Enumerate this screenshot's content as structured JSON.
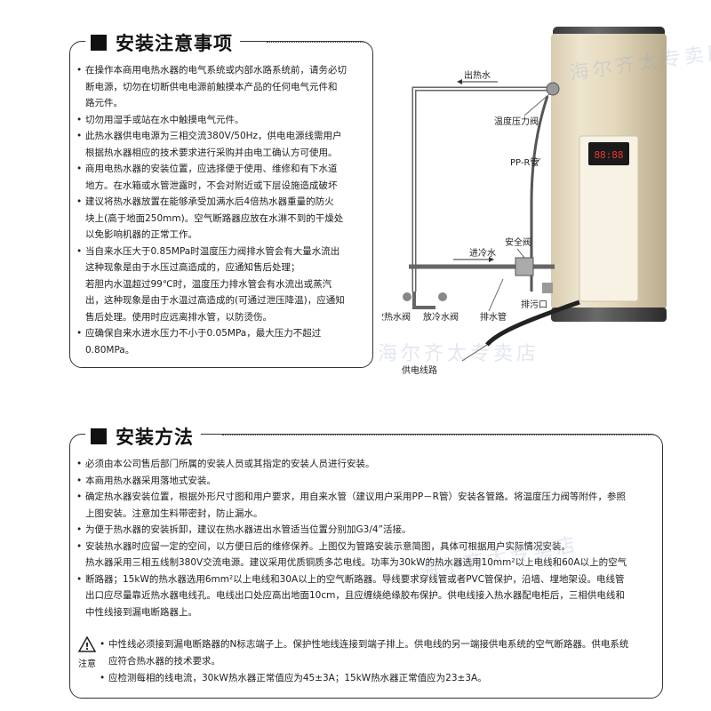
{
  "section1": {
    "title": "安装注意事项",
    "bullets": [
      {
        "text": "在操作本商用电热水器的电气系统或内部水路系统前，请务必切",
        "bullet": true
      },
      {
        "text": "断电源，切勿在切断供电电源前触摸本产品的任何电气元件和",
        "bullet": false
      },
      {
        "text": "路元件。",
        "bullet": false
      },
      {
        "text": "切勿用湿手或站在水中触摸电气元件。",
        "bullet": true
      },
      {
        "text": "此热水器供电电源为三相交流380V/50Hz，供电电源线需用户",
        "bullet": true
      },
      {
        "text": "根据热水器相应的技术要求进行采购并由电工确认方可使用。",
        "bullet": false
      },
      {
        "text": "商用电热水器的安装位置，应选择便于使用、维修和有下水道",
        "bullet": true
      },
      {
        "text": "地方。在水箱或水管泄露时，不会对附近或下层设施造成破坏",
        "bullet": false
      },
      {
        "text": "建议将热水器放置在能够承受加满水后4倍热水器重量的防火",
        "bullet": true
      },
      {
        "text": "块上(高于地面250mm)。空气断路器应放在水淋不到的干燥处",
        "bullet": false
      },
      {
        "text": "以免影响机器的正常工作。",
        "bullet": false
      },
      {
        "text": "当自来水压大于0.85MPa时温度压力阀排水管会有大量水流出",
        "bullet": true
      },
      {
        "text": "这种现象是由于水压过高造成的，应通知售后处理；",
        "bullet": false
      },
      {
        "text": "若胆内水温超过99℃时，温度压力排水管会有水流出或蒸汽",
        "bullet": false
      },
      {
        "text": "出，这种现象是由于水温过高造成的(可通过泄压降温)，应通知",
        "bullet": false
      },
      {
        "text": "售后处理。使用时应远离排水管，以防烫伤。",
        "bullet": false
      },
      {
        "text": "应确保自来水进水压力不小于0.05MPa，最大压力不超过",
        "bullet": true
      },
      {
        "text": "0.80MPa。",
        "bullet": false
      }
    ]
  },
  "diagram": {
    "labels": {
      "hot_water_out": "出热水",
      "temp_pressure_valve": "温度压力阀",
      "ppr_pipe": "PP-R管",
      "safety_valve": "安全阀",
      "cold_water_in": "进冷水",
      "hot_drain_valve": "放热水阀",
      "cold_drain_valve": "放冷水阀",
      "drain_pipe": "排水管",
      "sewage_outlet": "排污口",
      "power_line": "供电线路"
    },
    "display_digits": "88:88"
  },
  "section2": {
    "title": "安装方法",
    "bullets": [
      {
        "text": "必须由本公司售后部门所属的安装人员或其指定的安装人员进行安装。",
        "bullet": true
      },
      {
        "text": "本商用热水器采用落地式安装。",
        "bullet": true
      },
      {
        "text": "确定热水器安装位置，根据外形尺寸图和用户要求，用自来水管（建议用户采用PP－R管）安装各管路。将温度压力阀等附件，参照",
        "bullet": true
      },
      {
        "text": "上图安装。注意加生料带密封，防止漏水。",
        "bullet": false
      },
      {
        "text": "为便于热水器的安装拆卸，建议在热水器进出水管适当位置分别加G3/4”活接。",
        "bullet": true
      },
      {
        "text": "安装热水器时应留一定的空间，以方便日后的维修保养。上图仅为管路安装示意简图，具体可根据用户实际情况安装。",
        "bullet": true
      },
      {
        "text": "热水器采用三相五线制380V交流电源。建议采用优质铜质多芯电线。功率为30kW的热水器选用10mm²以上电线和60A以上的空气",
        "bullet": false
      },
      {
        "text": "断路器；15kW的热水器选用6mm²以上电线和30A以上的空气断路器。导线要求穿线管或者PVC管保护，沿墙、埋地架设。电线管",
        "bullet": true
      },
      {
        "text": "出口应尽量靠近热水器电线孔。电线出口处应高出地面10cm，且应缠绕绝缘胶布保护。供电线接入热水器配电柜后，三相供电线和",
        "bullet": false
      },
      {
        "text": "中性线接到漏电断路器上。",
        "bullet": false
      }
    ]
  },
  "notice": {
    "label": "注意",
    "lines": [
      {
        "text": "中性线必须接到漏电断路器的N标志端子上。保护性地线连接到端子排上。供电线的另一端接供电系统的空气断路器。供电系统",
        "bullet": true
      },
      {
        "text": "应符合热水器的技术要求。",
        "bullet": false
      },
      {
        "text": "应检测每相的线电流，30kW热水器正常值应为45±3A；15kW热水器正常值应为23±3A。",
        "bullet": true
      }
    ]
  },
  "watermark": "海尔齐太专卖店"
}
